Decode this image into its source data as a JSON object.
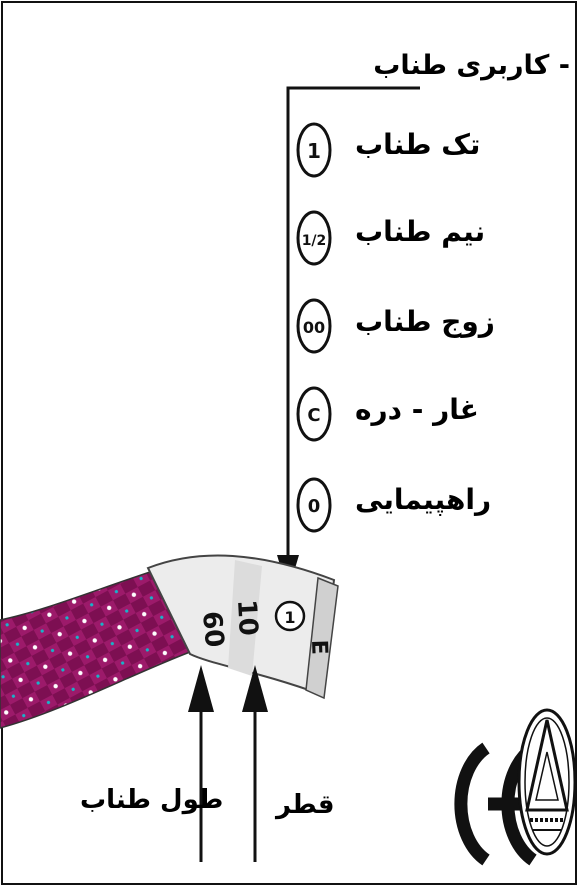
{
  "title": "- کاربری طناب",
  "usage_items": [
    {
      "symbol": "1",
      "label": "تک طناب"
    },
    {
      "symbol": "1/2",
      "label": "نیم طناب"
    },
    {
      "symbol": "00",
      "label": "زوج طناب"
    },
    {
      "symbol": "C",
      "label": "غار - دره"
    },
    {
      "symbol": "0",
      "label": "راهپیمایی"
    }
  ],
  "rope_markings": {
    "length": "60",
    "diameter": "10",
    "type_symbol": "1"
  },
  "bottom_labels": {
    "length": "طول طناب",
    "diameter": "قطر"
  },
  "certification": {
    "mark": "CE"
  },
  "colors": {
    "rope": "#9c1a6a",
    "sleeve": "#ececec",
    "ink": "#111111",
    "accent": "#18b3c9"
  }
}
